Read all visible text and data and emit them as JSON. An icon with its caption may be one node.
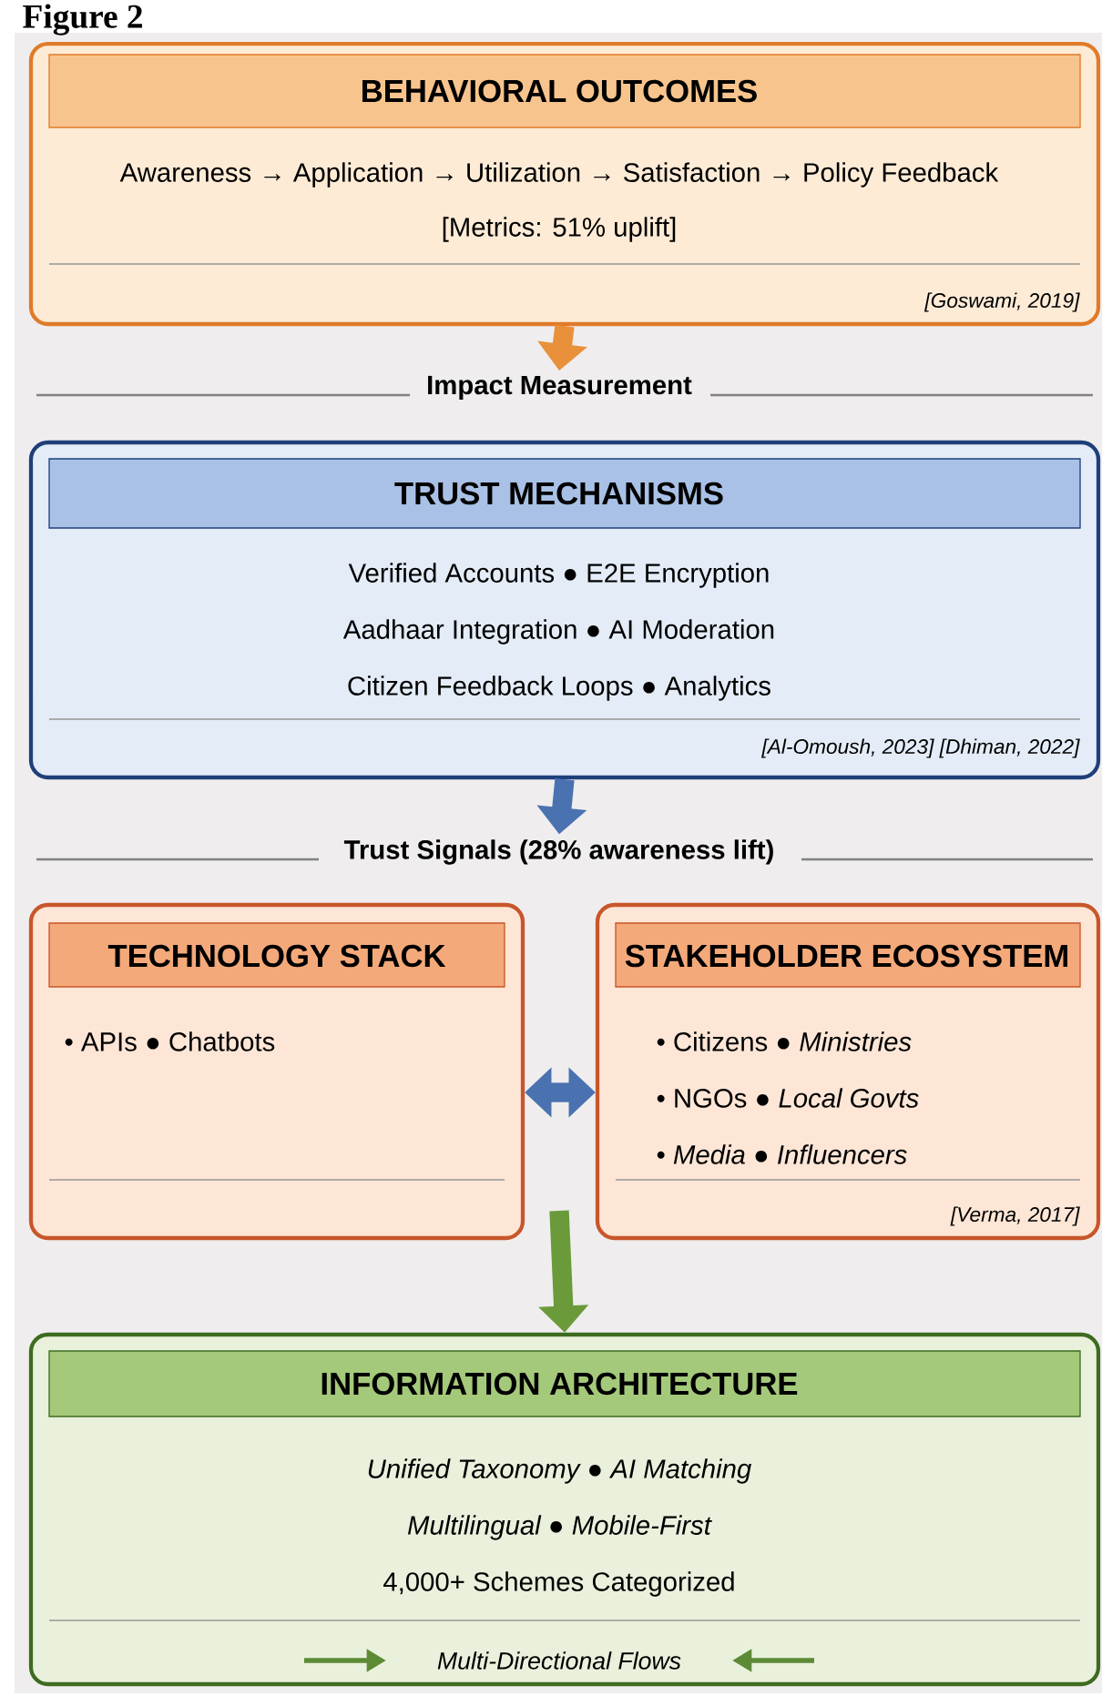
{
  "diagram": {
    "title": "Figure 2",
    "nodes": [
      {
        "text": [
          "BEHAVIORAL OUTCOMES",
          "Awareness → Application → Utilization → Satisfaction → Policy Feedback",
          "[Metrics: 51% uplift]",
          "[Goswami, 2019]"
        ]
      },
      {
        "text": [
          "Impact Measurement"
        ]
      },
      {
        "text": [
          "TRUST MECHANISMS",
          "Verified Accounts ● E2E Encryption",
          "Aadhaar Integration ● AI Moderation",
          "Citizen Feedback Loops ● Analytics",
          "[Al-Omoush, 2023] [Dhiman, 2022]"
        ]
      },
      {
        "text": [
          "Trust Signals (28% awareness lift)"
        ]
      },
      {
        "text": [
          "TECHNOLOGY STACK",
          "• APIs ● Chatbots"
        ]
      },
      {
        "text": [
          "STAKEHOLDER ECOSYSTEM",
          "• Citizens ● *Ministries*",
          "• NGOs ● *Local Govts*",
          "• *Media* ● *Influencers*",
          "[Verma, 2017]"
        ]
      },
      {
        "text": [
          "INFORMATION ARCHITECTURE",
          "Unified Taxonomy ● AI Matching",
          "Multilingual ● Mobile-First",
          "4,000+ Schemes Categorized",
          "Multi-Directional Flows"
        ]
      }
    ],
    "edges": [
      {
        "from": 0,
        "to": 1,
        "arrow": "to",
        "color": "#e8913a"
      },
      {
        "from": 2,
        "to": 3,
        "arrow": "to",
        "color": "#4a72b0"
      },
      {
        "from": 4,
        "to": 5,
        "arrow": "both",
        "color": "#4a72b0"
      },
      {
        "from": null,
        "to": 6,
        "arrow": "to",
        "color": "#6a9a3a"
      }
    ]
  }
}
